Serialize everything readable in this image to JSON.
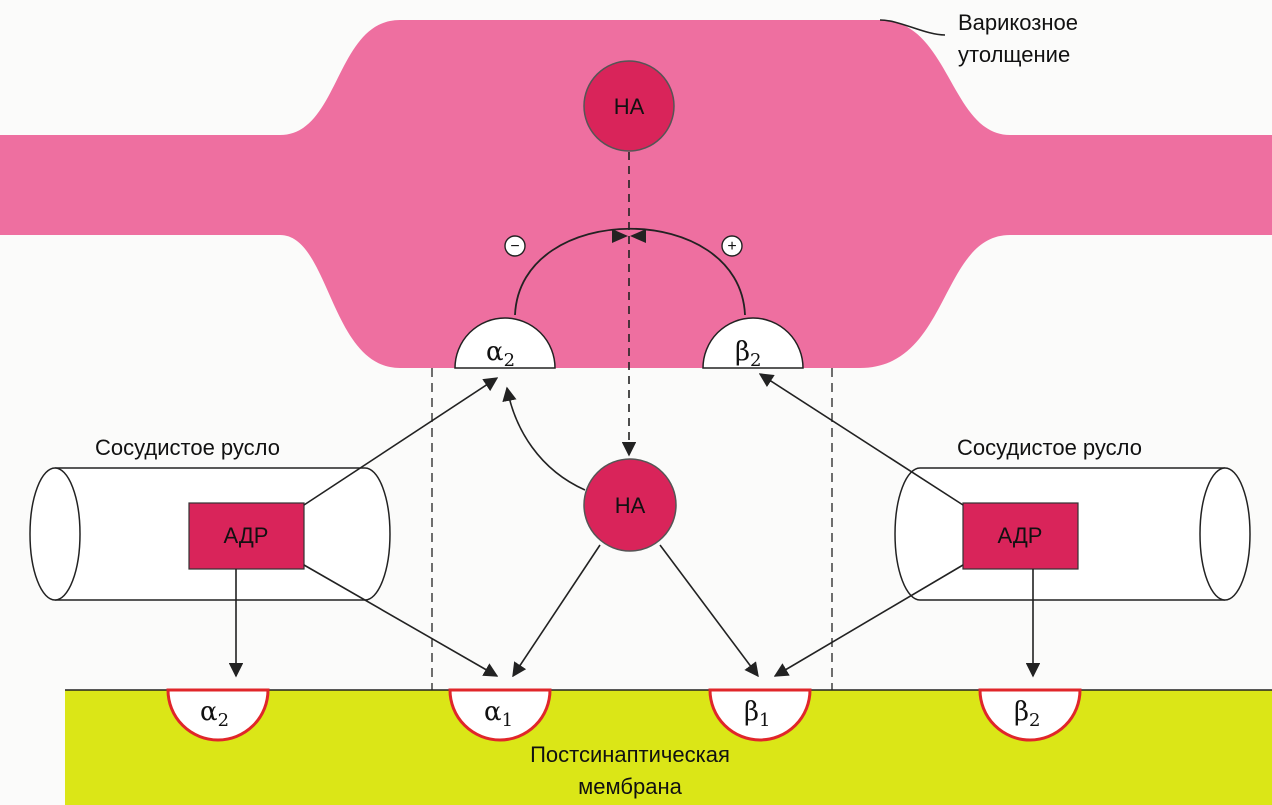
{
  "labels": {
    "varicose_line1": "Варикозное",
    "varicose_line2": "утолщение",
    "vessel_left": "Сосудистое русло",
    "vessel_right": "Сосудистое русло",
    "membrane_line1": "Постсинаптическая",
    "membrane_line2": "мембрана"
  },
  "molecules": {
    "na_vesicle": "НА",
    "na_released": "НА",
    "adr_left": "АДР",
    "adr_right": "АДР"
  },
  "feedback": {
    "minus": "−",
    "plus": "+"
  },
  "receptors": {
    "pre_alpha2": {
      "greek": "α",
      "sub": "2"
    },
    "pre_beta2": {
      "greek": "β",
      "sub": "2"
    },
    "post_alpha2": {
      "greek": "α",
      "sub": "2"
    },
    "post_alpha1": {
      "greek": "α",
      "sub": "1"
    },
    "post_beta1": {
      "greek": "β",
      "sub": "1"
    },
    "post_beta2": {
      "greek": "β",
      "sub": "2"
    }
  },
  "colors": {
    "axon": "#ee6fa0",
    "molecule": "#d9245a",
    "membrane": "#dbe617",
    "receptor_rim": "#e0262a",
    "line": "#222222"
  }
}
